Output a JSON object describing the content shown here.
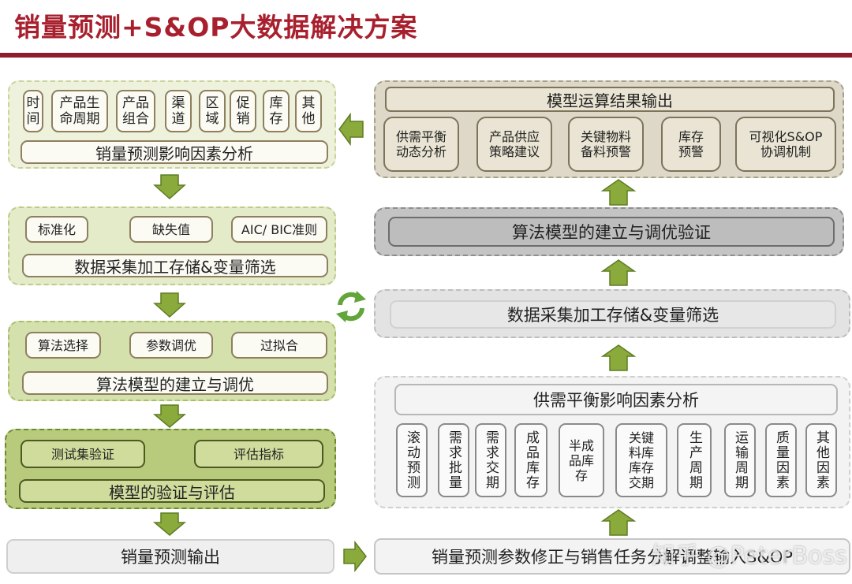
{
  "title": "销量预测+S&OP大数据解决方案",
  "left": {
    "factors_panel": {
      "items": [
        "时\n间",
        "产品生\n命周期",
        "产品\n组合",
        "渠\n道",
        "区\n域",
        "促\n销",
        "库\n存",
        "其\n他"
      ],
      "label": "销量预测影响因素分析"
    },
    "data_panel": {
      "items": [
        "标准化",
        "缺失值",
        "AIC/ BIC准则"
      ],
      "label": "数据采集加工存储&变量筛选"
    },
    "algo_panel": {
      "items": [
        "算法选择",
        "参数调优",
        "过拟合"
      ],
      "label": "算法模型的建立与调优"
    },
    "eval_panel": {
      "items": [
        "测试集验证",
        "评估指标"
      ],
      "label": "模型的验证与评估"
    },
    "output": "销量预测输出"
  },
  "right": {
    "results_panel": {
      "header": "模型运算结果输出",
      "items": [
        "供需平衡\n动态分析",
        "产品供应\n策略建议",
        "关键物料\n备料预警",
        "库存\n预警",
        "可视化S&OP\n协调机制"
      ]
    },
    "algo_bar": "算法模型的建立与调优验证",
    "data_bar": "数据采集加工存储&变量筛选",
    "supply_panel": {
      "header": "供需平衡影响因素分析",
      "items": [
        "滚动预测",
        "需求批量",
        "需求交期",
        "成品库存",
        "半成\n品库\n存",
        "关键\n料库\n库存\n交期",
        "生产周期",
        "运输周期",
        "质量因素",
        "其他因素"
      ]
    },
    "bottom_bar": "销量预测参数修正与销售任务分解调整输入S&OP"
  },
  "watermark": "知乎 @PeterBoss",
  "colors": {
    "title": "#a8202e",
    "rule": "#8d1c2c",
    "arrow_fill": "#8aaa3c",
    "arrow_stroke": "#5e7d23"
  }
}
